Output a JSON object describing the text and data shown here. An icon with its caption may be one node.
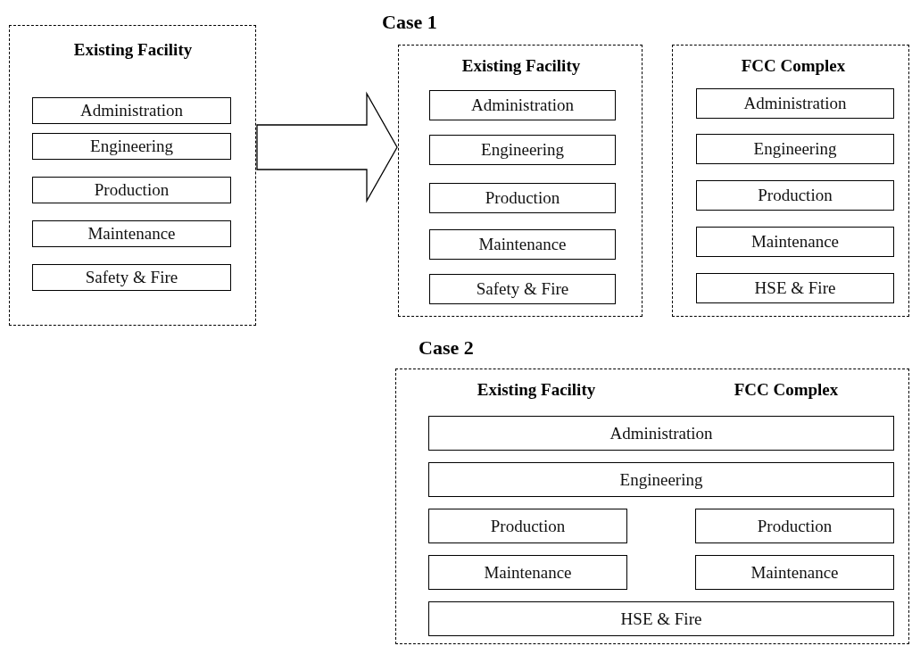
{
  "diagram": {
    "nodes": [
      {
        "text": [
          "Existing Facility"
        ]
      },
      {
        "text": [
          "Administration"
        ],
        "in": 0
      },
      {
        "text": [
          "Engineering"
        ],
        "in": 0
      },
      {
        "text": [
          "Production"
        ],
        "in": 0
      },
      {
        "text": [
          "Maintenance"
        ],
        "in": 0
      },
      {
        "text": [
          "Safety & Fire"
        ],
        "in": 0
      },
      {
        "text": [
          "Existing Facility"
        ]
      },
      {
        "text": [
          "Administration"
        ],
        "in": 6
      },
      {
        "text": [
          "Engineering"
        ],
        "in": 6
      },
      {
        "text": [
          "Production"
        ],
        "in": 6
      },
      {
        "text": [
          "Maintenance"
        ],
        "in": 6
      },
      {
        "text": [
          "Safety & Fire"
        ],
        "in": 6
      },
      {
        "text": [
          "FCC Complex"
        ]
      },
      {
        "text": [
          "Administration"
        ],
        "in": 12
      },
      {
        "text": [
          "Engineering"
        ],
        "in": 12
      },
      {
        "text": [
          "Production"
        ],
        "in": 12
      },
      {
        "text": [
          "Maintenance"
        ],
        "in": 12
      },
      {
        "text": [
          "HSE & Fire"
        ],
        "in": 12
      },
      {
        "text": [
          "Existing Facility",
          "FCC Complex"
        ]
      },
      {
        "text": [
          "Administration"
        ],
        "in": 18
      },
      {
        "text": [
          "Engineering"
        ],
        "in": 18
      },
      {
        "text": [
          "Production"
        ],
        "in": 18
      },
      {
        "text": [
          "Production"
        ],
        "in": 18
      },
      {
        "text": [
          "Maintenance"
        ],
        "in": 18
      },
      {
        "text": [
          "Maintenance"
        ],
        "in": 18
      },
      {
        "text": [
          "HSE & Fire"
        ],
        "in": 18
      }
    ],
    "edges": [
      {
        "from": 0,
        "to": 6,
        "arrow": "to"
      }
    ],
    "labels": [
      "Case 1",
      "Case 2"
    ]
  }
}
